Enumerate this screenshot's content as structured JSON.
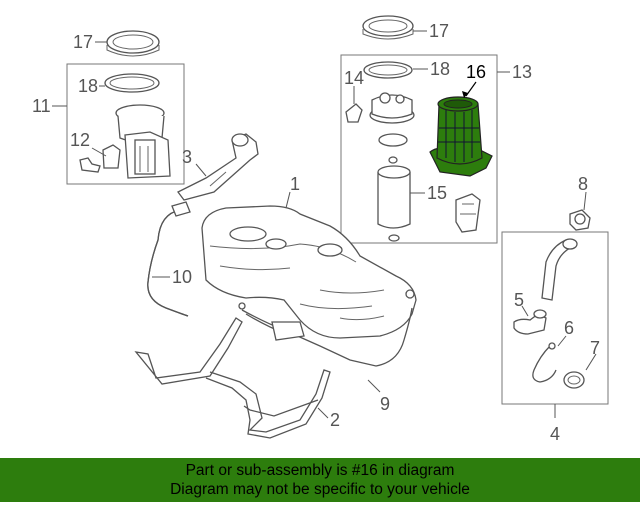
{
  "diagram": {
    "callouts": {
      "p1": "1",
      "p2": "2",
      "p3": "3",
      "p4": "4",
      "p5": "5",
      "p6": "6",
      "p7": "7",
      "p8": "8",
      "p9": "9",
      "p10": "10",
      "p11": "11",
      "p12": "12",
      "p13": "13",
      "p14": "14",
      "p15": "15",
      "p16": "16",
      "p17a": "17",
      "p17b": "17",
      "p18a": "18",
      "p18b": "18"
    },
    "highlighted_part": "16",
    "colors": {
      "highlight_fill": "#2d7d0d",
      "line": "#555555",
      "banner_bg": "#2d7d0d"
    }
  },
  "banner": {
    "line1": "Part or sub-assembly is #16 in diagram",
    "line2": "Diagram may not be specific to your vehicle"
  }
}
